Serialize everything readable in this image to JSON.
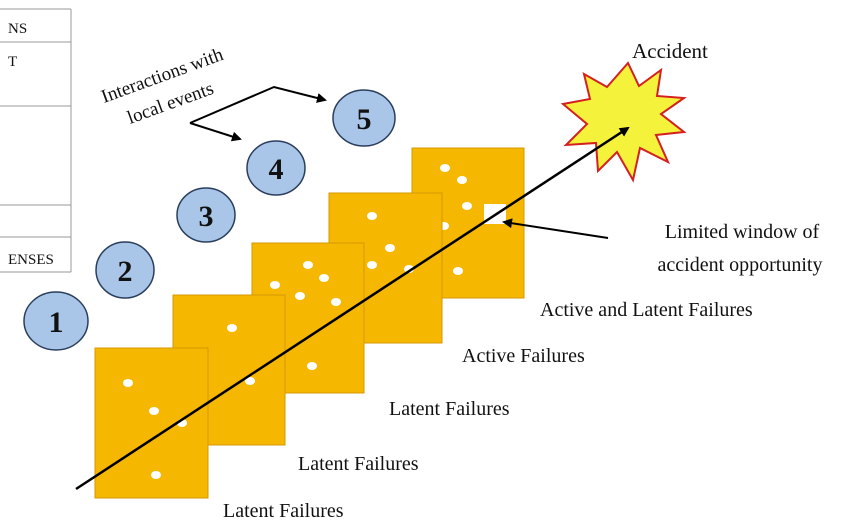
{
  "table": {
    "rows": [
      "NS",
      "T",
      "",
      "",
      "ENSES"
    ]
  },
  "interaction_label": {
    "line1": "Interactions with",
    "line2": "local events"
  },
  "circles": [
    "1",
    "2",
    "3",
    "4",
    "5"
  ],
  "accident_label": "Accident",
  "window_label": {
    "line1": "Limited window of",
    "line2": "accident opportunity"
  },
  "layers": [
    {
      "label": "Latent Failures"
    },
    {
      "label": "Latent Failures"
    },
    {
      "label": "Latent Failures"
    },
    {
      "label": "Active Failures"
    },
    {
      "label": "Active and Latent Failures"
    }
  ],
  "colors": {
    "slice": "#F5B700",
    "slice_stroke": "#D49A00",
    "circle_fill": "#A9C6E8",
    "circle_stroke": "#2A3E5C",
    "burst_fill": "#F4F23A",
    "burst_stroke": "#D42020"
  }
}
